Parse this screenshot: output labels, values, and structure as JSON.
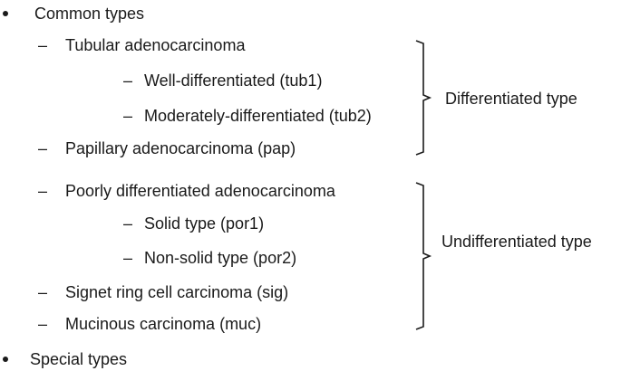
{
  "bullets": {
    "common_types": "Common types",
    "special_types": "Special types"
  },
  "dash": "–",
  "differentiated": {
    "tubular": "Tubular adenocarcinoma",
    "tub1": "Well-differentiated (tub1)",
    "tub2": "Moderately-differentiated (tub2)",
    "papillary": "Papillary adenocarcinoma (pap)",
    "group_label": "Differentiated type"
  },
  "undifferentiated": {
    "poorly": "Poorly differentiated adenocarcinoma",
    "por1": "Solid type (por1)",
    "por2": "Non-solid type (por2)",
    "signet": "Signet ring cell carcinoma (sig)",
    "mucinous": "Mucinous carcinoma (muc)",
    "group_label": "Undifferentiated type"
  }
}
